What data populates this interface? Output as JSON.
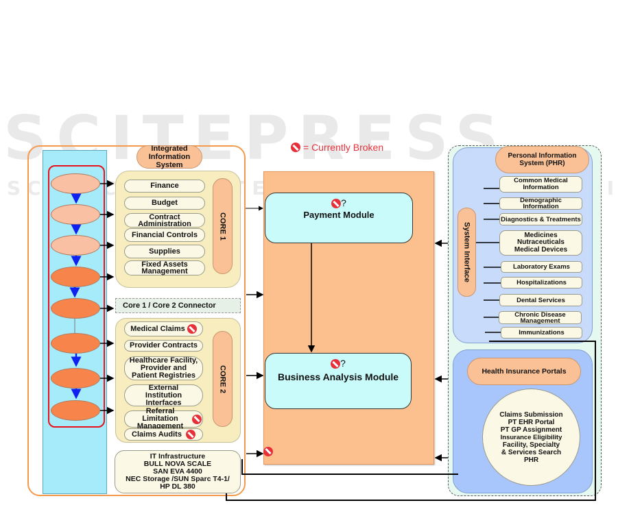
{
  "watermark": {
    "big": "SCITEPRESS",
    "small": "SCIENCE AND TECHNOLOGY PUBLICATIONS"
  },
  "legend": {
    "icon": "broken-icon",
    "text": "= Currently Broken",
    "color": "#e8303a"
  },
  "integrated_system": {
    "title": "Integrated Information System",
    "core1": {
      "label": "CORE 1",
      "items": [
        "Finance",
        "Budget",
        "Contract Administration",
        "Financial Controls",
        "Supplies",
        "Fixed Assets Management"
      ]
    },
    "connector": "Core 1 / Core 2 Connector",
    "core2": {
      "label": "CORE 2",
      "items": [
        {
          "label": "Medical Claims",
          "broken": true
        },
        {
          "label": "Provider Contracts",
          "broken": false
        },
        {
          "label": "Healthcare Facility, Provider and Patient Registries",
          "broken": false
        },
        {
          "label": "External Institution Interfaces",
          "broken": false
        },
        {
          "label": "Referral Limitation Management",
          "broken": true
        },
        {
          "label": "Claims Audits",
          "broken": true
        }
      ]
    },
    "infrastructure": {
      "lines": [
        "IT Infrastructure",
        "BULL NOVA SCALE",
        "SAN EVA 4400",
        "NEC Storage /SUN Sparc T4-1/",
        "HP DL 380"
      ]
    }
  },
  "modules": {
    "payment": {
      "status": "?",
      "label": "Payment Module"
    },
    "business": {
      "status": "?",
      "label": "Business Analysis Module"
    }
  },
  "phr": {
    "title": "Personal Information System (PHR)",
    "interface_label": "System Interface",
    "items": [
      "Common Medical Information",
      "Demographic Information",
      "Diagnostics & Treatments",
      "Medicines Nutraceuticals Medical Devices",
      "Laboratory Exams",
      "Hospitalizations",
      "Dental Services",
      "Chronic Disease Management",
      "Immunizations"
    ]
  },
  "portals": {
    "title": "Health Insurance Portals",
    "services": [
      "Claims Submission",
      "PT EHR Portal",
      "PT GP Assignment",
      "Insurance Eligibility",
      "Facility, Specialty",
      "& Services Search",
      "PHR"
    ]
  },
  "colors": {
    "outer_border": "#f59a4a",
    "center_block": "#fbc08d",
    "module_fill": "#c9fbfb",
    "flow_column": "#a6ebfa",
    "flow_border": "#e8101a",
    "phr_fill": "#c9dbfb",
    "portal_fill": "#a8c6fb"
  }
}
